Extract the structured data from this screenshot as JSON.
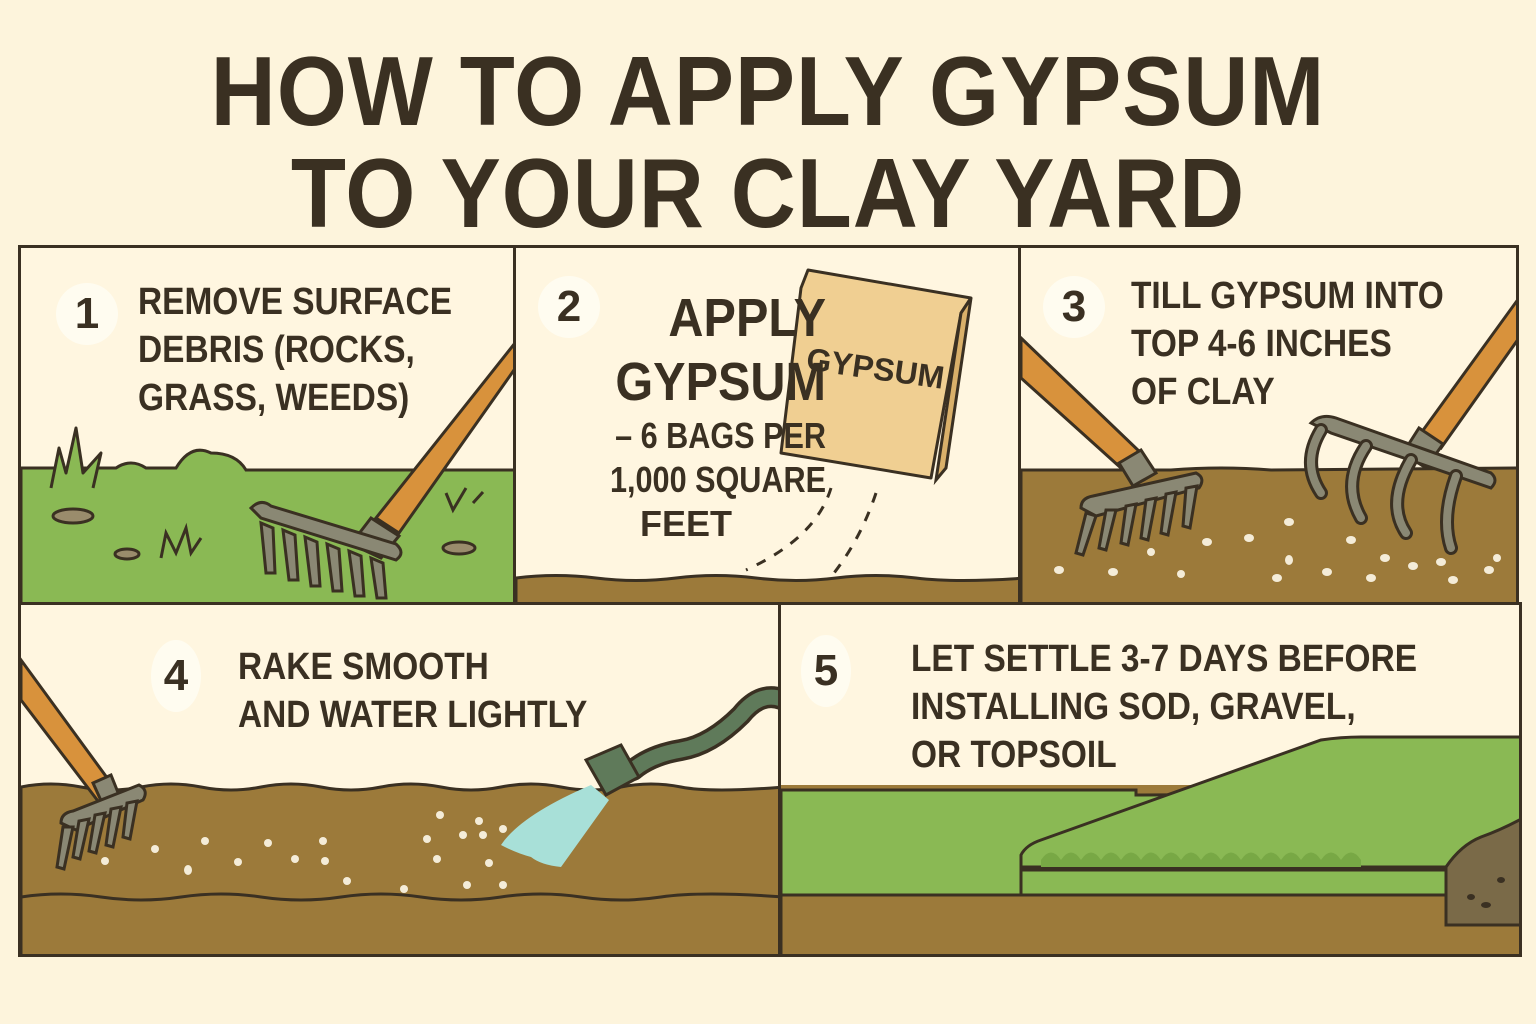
{
  "title": {
    "line1": "HOW TO APPLY GYPSUM",
    "line2": "TO YOUR CLAY YARD"
  },
  "colors": {
    "background": "#fdf4dc",
    "panel": "#fff6e0",
    "ink": "#3a3022",
    "grass": "#8ab954",
    "soil": "#9c7a3a",
    "handle": "#d8923c",
    "metal": "#8a8874",
    "bag": "#f0cf92",
    "water": "#a8e0d8",
    "hose": "#5f7a5a"
  },
  "steps": [
    {
      "number": "1",
      "lines": [
        "REMOVE SURFACE",
        "DEBRIS (ROCKS,",
        "GRASS, WEEDS)"
      ],
      "icon": "rake-on-grass"
    },
    {
      "number": "2",
      "lines": [
        "APPLY",
        "GYPSUM",
        "– 6 BAGS PER",
        "1,000 SQUARE",
        "FEET"
      ],
      "icon": "gypsum-bag",
      "bag_label": "GYPSUM"
    },
    {
      "number": "3",
      "lines": [
        "TILL GYPSUM INTO",
        "TOP 4-6 INCHES",
        "OF CLAY"
      ],
      "icon": "tiller-rakes-in-soil"
    },
    {
      "number": "4",
      "lines": [
        "RAKE SMOOTH",
        "AND WATER LIGHTLY"
      ],
      "icon": "rake-and-hose"
    },
    {
      "number": "5",
      "lines": [
        "LET SETTLE 3-7 DAYS BEFORE",
        "INSTALLING SOD, GRAVEL,",
        "OR TOPSOIL"
      ],
      "icon": "sod-and-topsoil"
    }
  ]
}
